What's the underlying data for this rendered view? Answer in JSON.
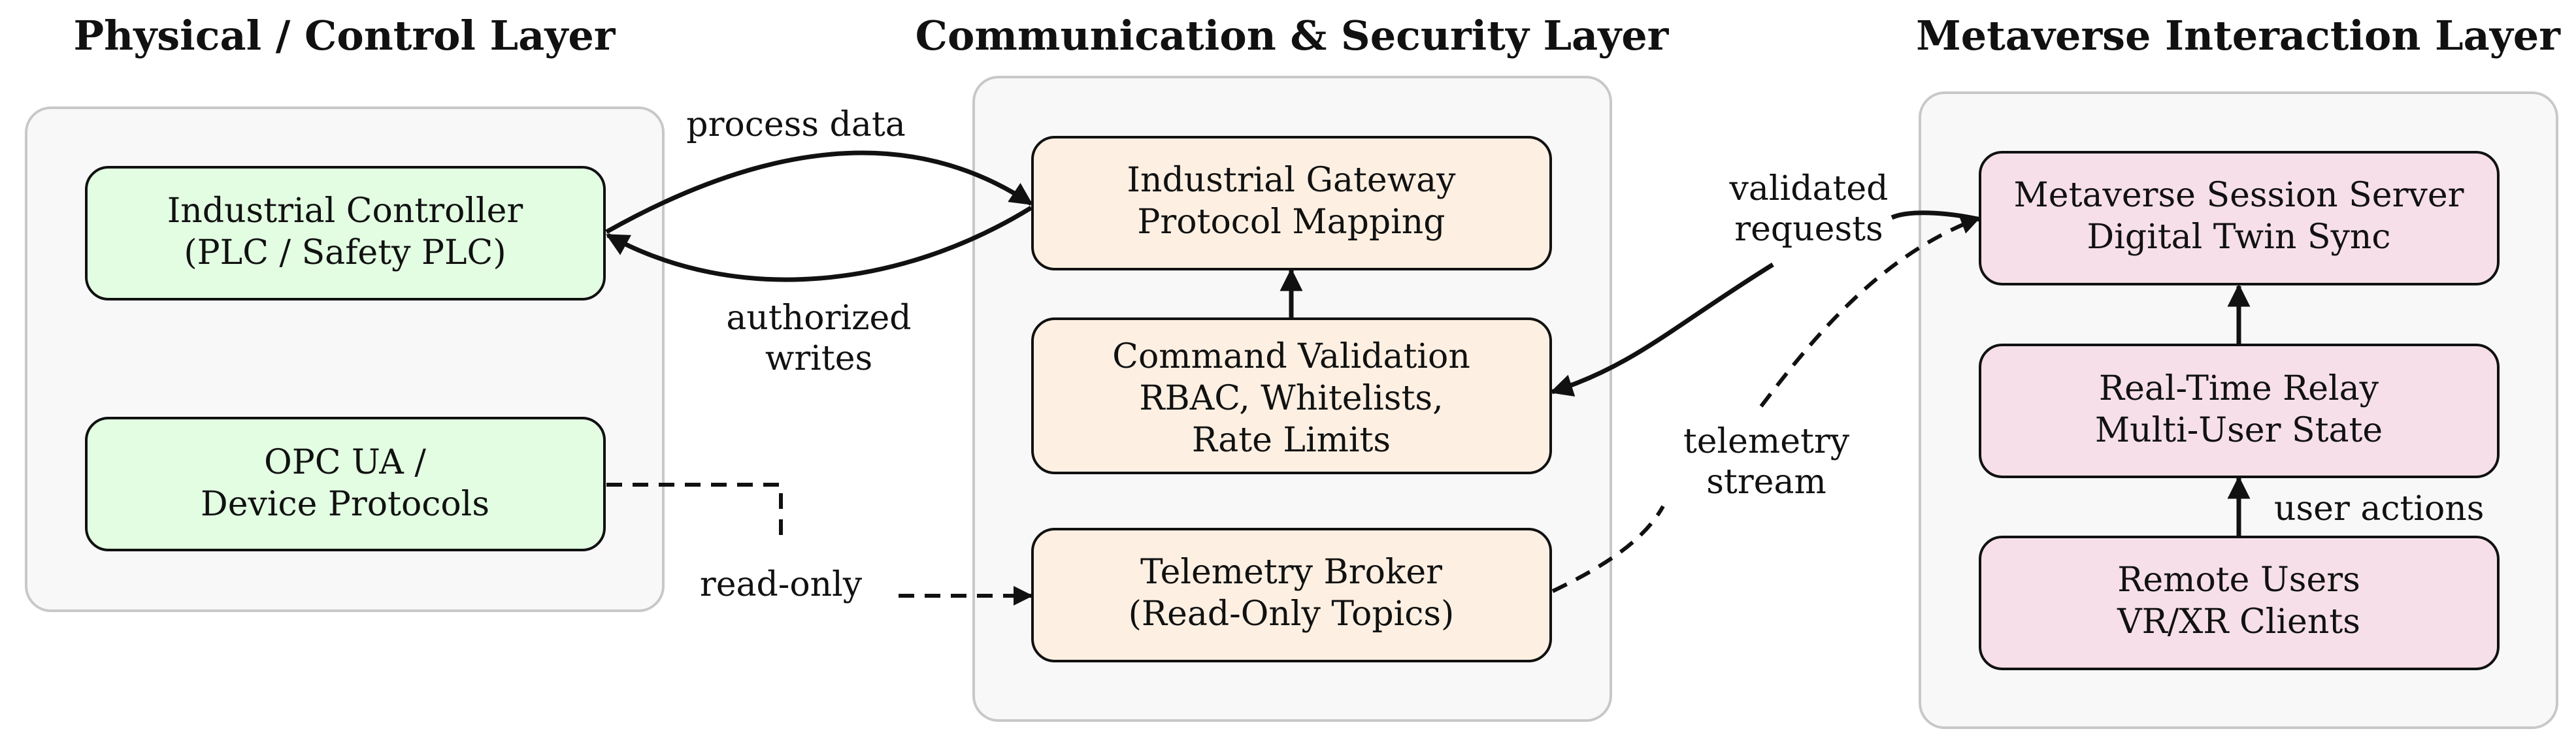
{
  "colors": {
    "physical_fill": "#e2fde2",
    "communication_fill": "#fdf0e2",
    "metaverse_fill": "#f6dfe8",
    "panel_fill": "#f8f8f8",
    "panel_stroke": "#c8c8c8",
    "line": "#111111"
  },
  "layers": {
    "physical": {
      "title": "Physical / Control Layer",
      "nodes": {
        "controller": {
          "line1": "Industrial Controller",
          "line2": "(PLC / Safety PLC)"
        },
        "opcua": {
          "line1": "OPC UA /",
          "line2": "Device Protocols"
        }
      }
    },
    "communication": {
      "title": "Communication & Security Layer",
      "nodes": {
        "gateway": {
          "line1": "Industrial Gateway",
          "line2": "Protocol Mapping"
        },
        "validation": {
          "line1": "Command Validation",
          "line2": "RBAC, Whitelists,",
          "line3": "Rate Limits"
        },
        "broker": {
          "line1": "Telemetry Broker",
          "line2": "(Read-Only Topics)"
        }
      }
    },
    "metaverse": {
      "title": "Metaverse Interaction Layer",
      "nodes": {
        "session": {
          "line1": "Metaverse Session Server",
          "line2": "Digital Twin Sync"
        },
        "relay": {
          "line1": "Real-Time Relay",
          "line2": "Multi-User State"
        },
        "users": {
          "line1": "Remote Users",
          "line2": "VR/XR Clients"
        }
      }
    }
  },
  "edges": {
    "process_data": {
      "label": "process data"
    },
    "authorized_writes": {
      "line1": "authorized",
      "line2": "writes"
    },
    "read_only": {
      "label": "read-only"
    },
    "validated_requests": {
      "line1": "validated",
      "line2": "requests"
    },
    "telemetry_stream": {
      "line1": "telemetry",
      "line2": "stream"
    },
    "user_actions": {
      "label": "user actions"
    }
  }
}
